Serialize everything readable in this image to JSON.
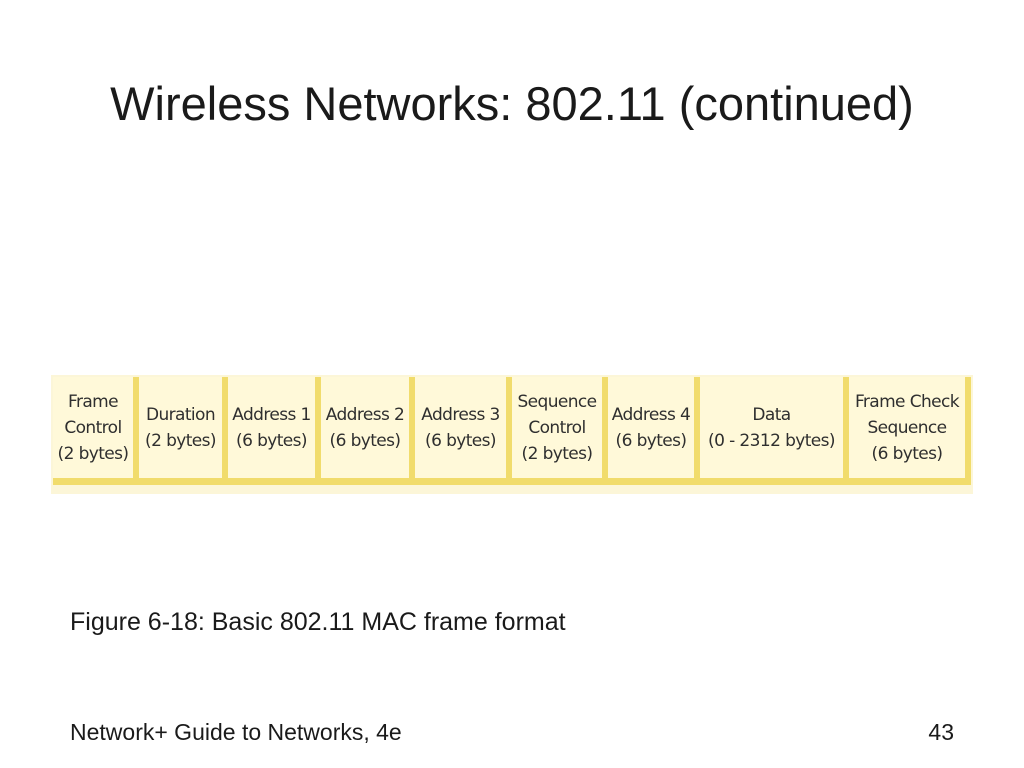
{
  "slide": {
    "title": "Wireless Networks: 802.11 (continued)",
    "caption": "Figure 6-18: Basic 802.11 MAC frame format",
    "footer": "Network+ Guide to Networks, 4e",
    "page_number": "43"
  },
  "frame_fields": [
    {
      "label": "Frame\nControl\n(2 bytes)"
    },
    {
      "label": "Duration\n(2 bytes)"
    },
    {
      "label": "Address 1\n(6 bytes)"
    },
    {
      "label": "Address 2\n(6 bytes)"
    },
    {
      "label": "Address 3\n(6 bytes)"
    },
    {
      "label": "Sequence\nControl\n(2 bytes)"
    },
    {
      "label": "Address 4\n(6 bytes)"
    },
    {
      "label": "Data\n(0 - 2312 bytes)"
    },
    {
      "label": "Frame Check\nSequence\n(6 bytes)"
    }
  ],
  "colors": {
    "field_fill": "#fff9d9",
    "field_shadow": "#f1dc6c"
  }
}
